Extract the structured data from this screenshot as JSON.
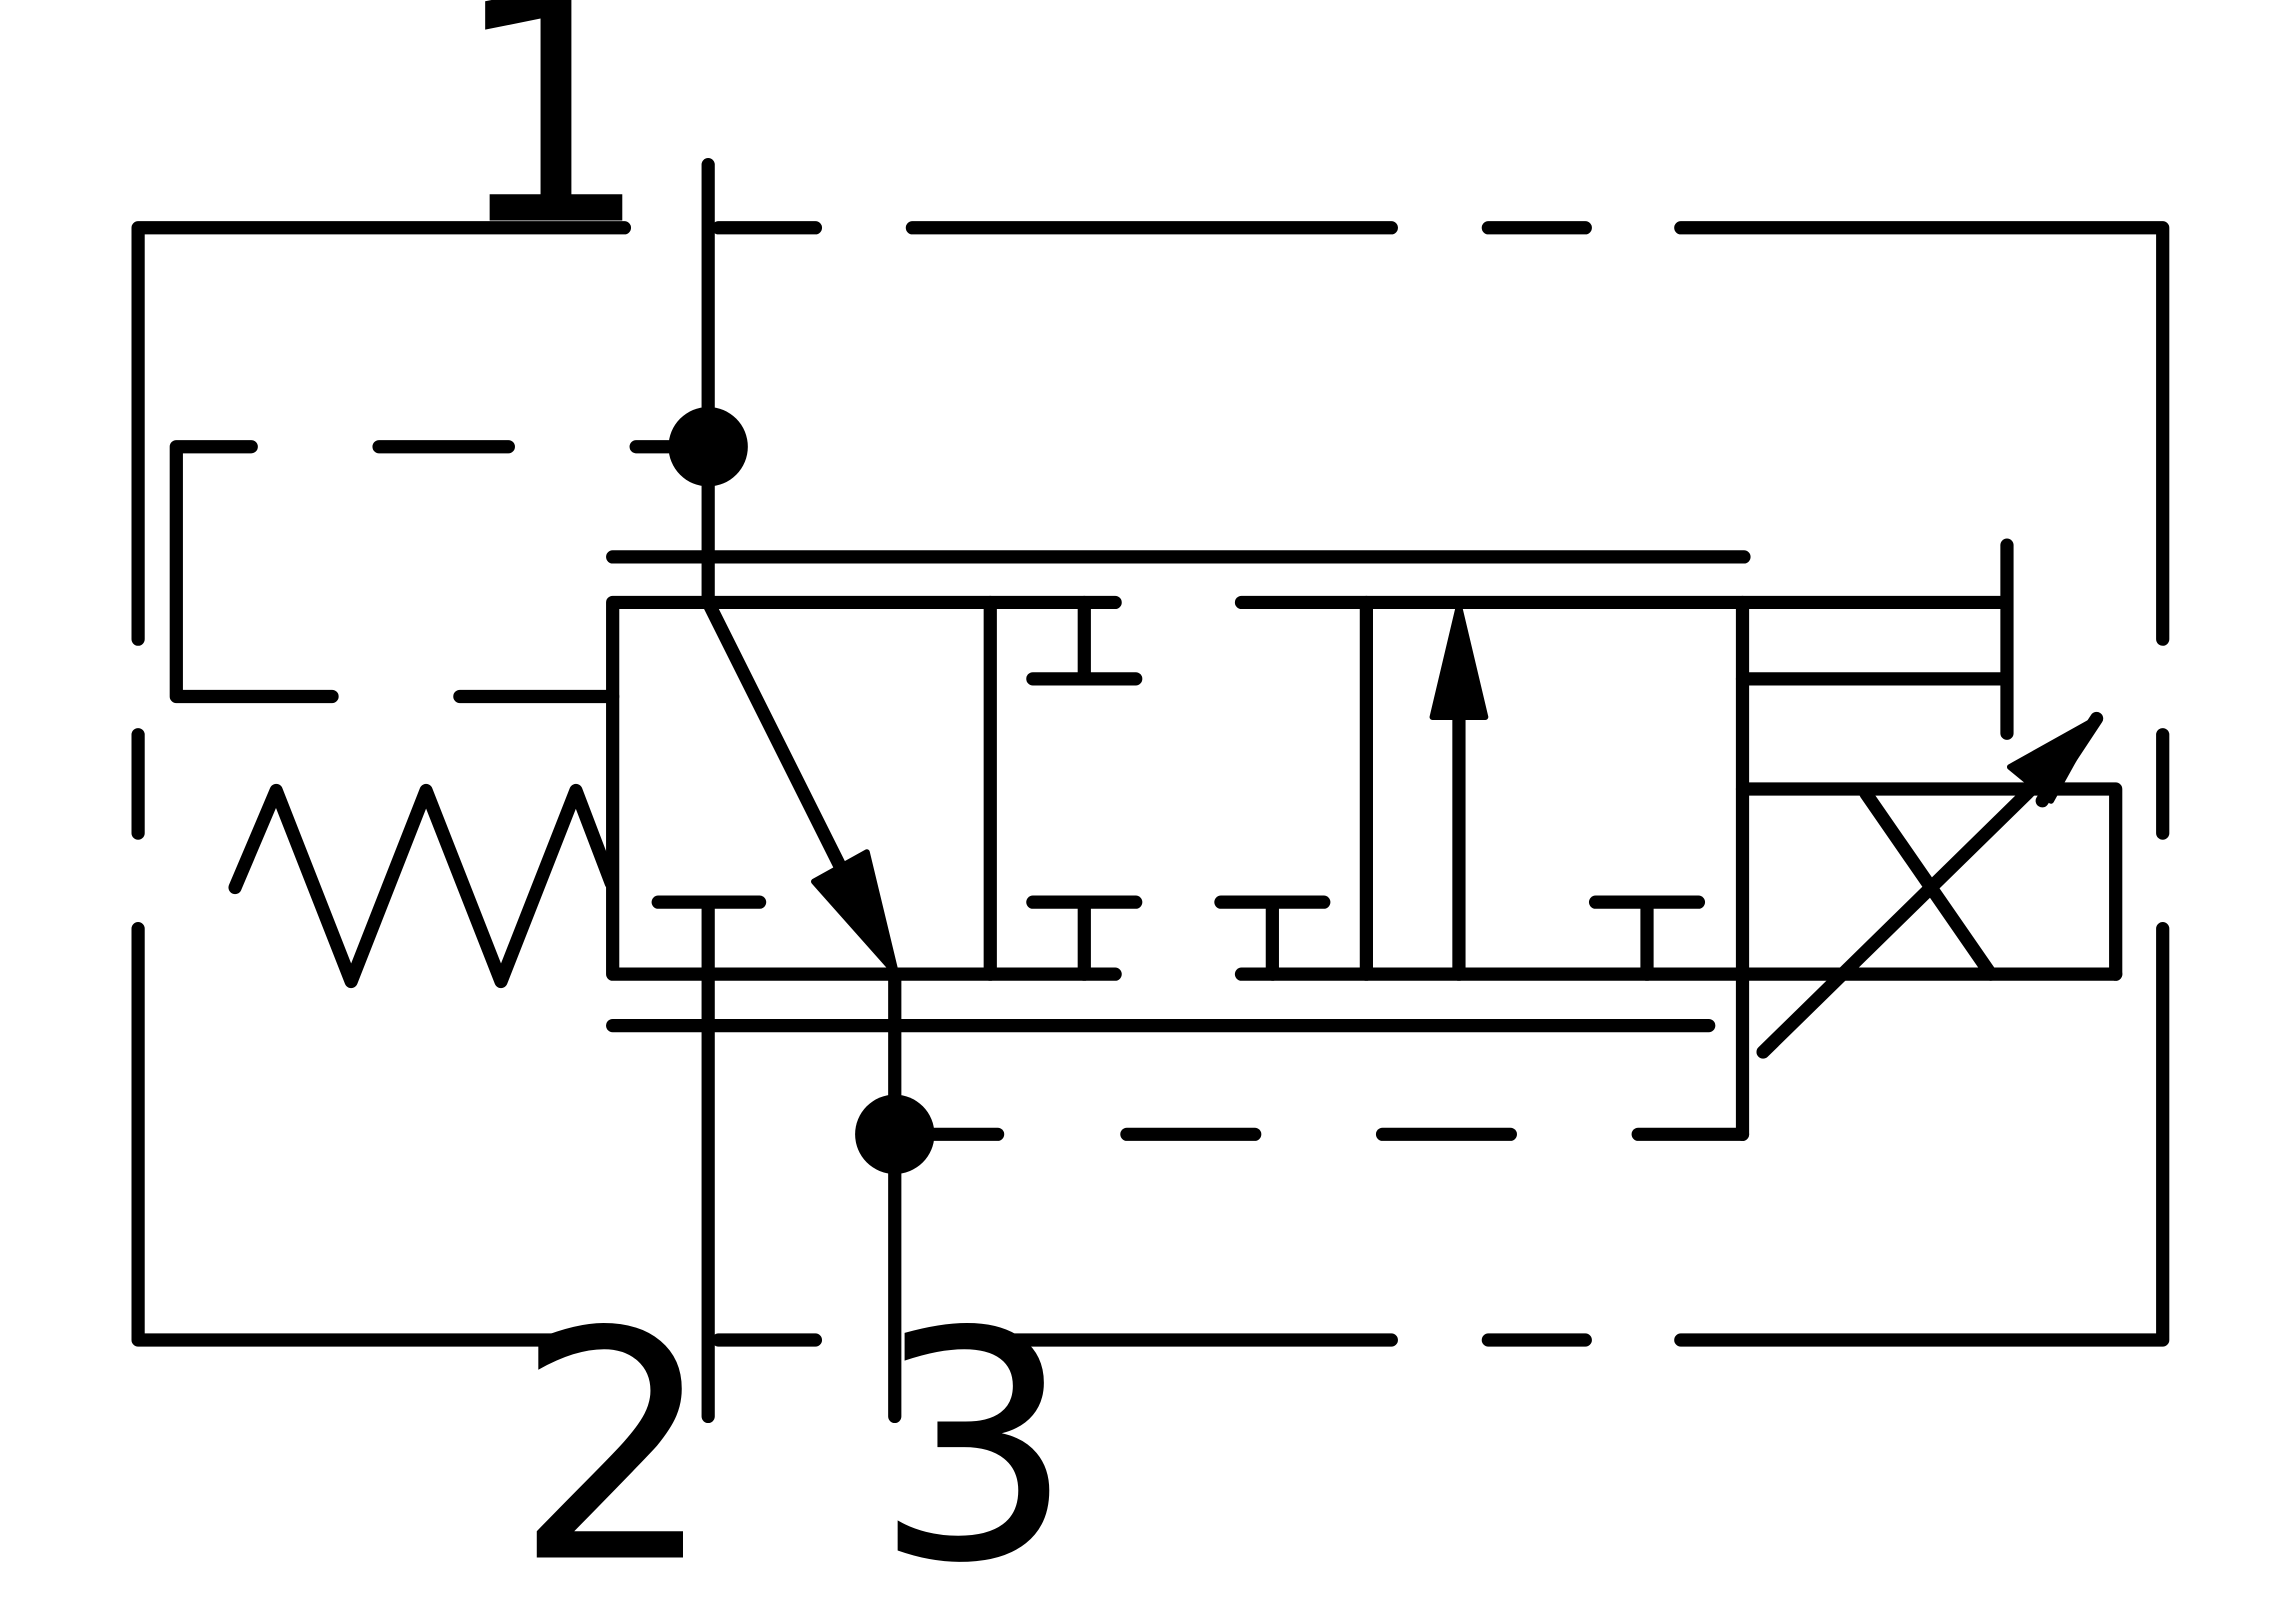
{
  "diagram": {
    "ports": {
      "port_1": "1",
      "port_2": "2",
      "port_3": "3"
    }
  },
  "colors": {
    "background": "#ffffff",
    "line": "#000000"
  }
}
